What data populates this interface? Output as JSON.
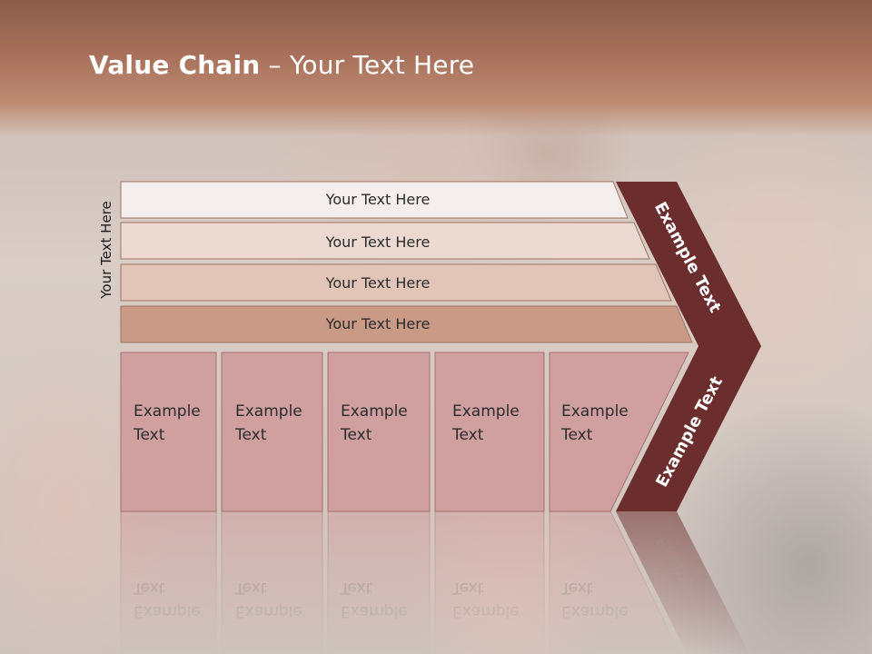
{
  "slide": {
    "title_bold": "Value Chain",
    "title_rest": " – Your Text Here",
    "side_label": "Your Text Here"
  },
  "support_rows": [
    {
      "label": "Your Text Here",
      "fill": "#f6eeec"
    },
    {
      "label": "Your Text Here",
      "fill": "#ecd9d1"
    },
    {
      "label": "Your Text Here",
      "fill": "#e2c5b8"
    },
    {
      "label": "Your Text Here",
      "fill": "#c99a85"
    }
  ],
  "primary_activities": [
    {
      "line1": "Example",
      "line2": "Text"
    },
    {
      "line1": "Example",
      "line2": "Text"
    },
    {
      "line1": "Example",
      "line2": "Text"
    },
    {
      "line1": "Example",
      "line2": "Text"
    },
    {
      "line1": "Example",
      "line2": "Text"
    }
  ],
  "chevron": {
    "upper_label": "Example Text",
    "lower_label": "Example Text",
    "color": "#6b2d2d"
  },
  "colors": {
    "activity_fill": "#d0a0a0",
    "activity_border": "#a67070",
    "header_brown": "#a8705a"
  }
}
